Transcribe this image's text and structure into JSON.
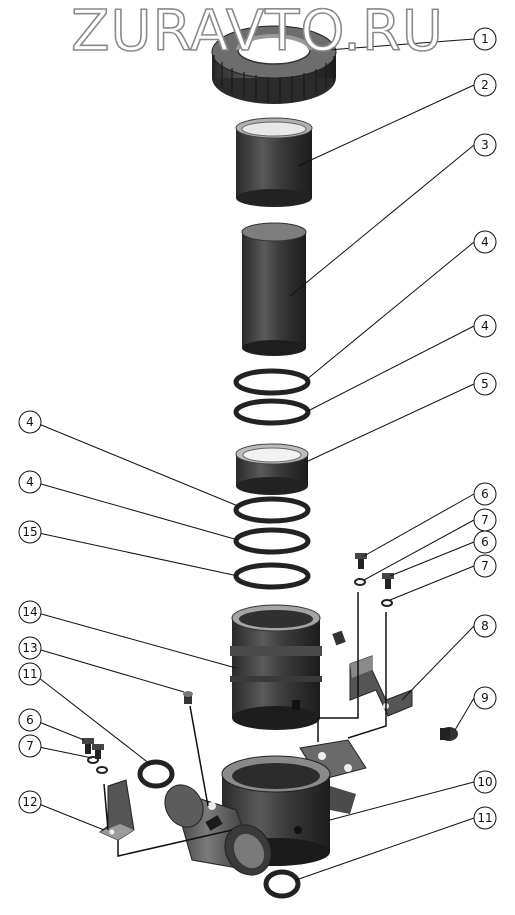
{
  "watermark": "ZURAVTO.RU",
  "parts": [
    {
      "ref": "c1",
      "label": "1"
    },
    {
      "ref": "c2",
      "label": "2"
    },
    {
      "ref": "c3",
      "label": "3"
    },
    {
      "ref": "c4a",
      "label": "4"
    },
    {
      "ref": "c4b",
      "label": "4"
    },
    {
      "ref": "c5",
      "label": "5"
    },
    {
      "ref": "c4c",
      "label": "4"
    },
    {
      "ref": "c4d",
      "label": "4"
    },
    {
      "ref": "c15",
      "label": "15"
    },
    {
      "ref": "c6a",
      "label": "6"
    },
    {
      "ref": "c7a",
      "label": "7"
    },
    {
      "ref": "c6b",
      "label": "6"
    },
    {
      "ref": "c7b",
      "label": "7"
    },
    {
      "ref": "c8",
      "label": "8"
    },
    {
      "ref": "c14",
      "label": "14"
    },
    {
      "ref": "c13",
      "label": "13"
    },
    {
      "ref": "c11a",
      "label": "11"
    },
    {
      "ref": "c9",
      "label": "9"
    },
    {
      "ref": "c6c",
      "label": "6"
    },
    {
      "ref": "c7c",
      "label": "7"
    },
    {
      "ref": "c10",
      "label": "10"
    },
    {
      "ref": "c12",
      "label": "12"
    },
    {
      "ref": "c11b",
      "label": "11"
    }
  ]
}
